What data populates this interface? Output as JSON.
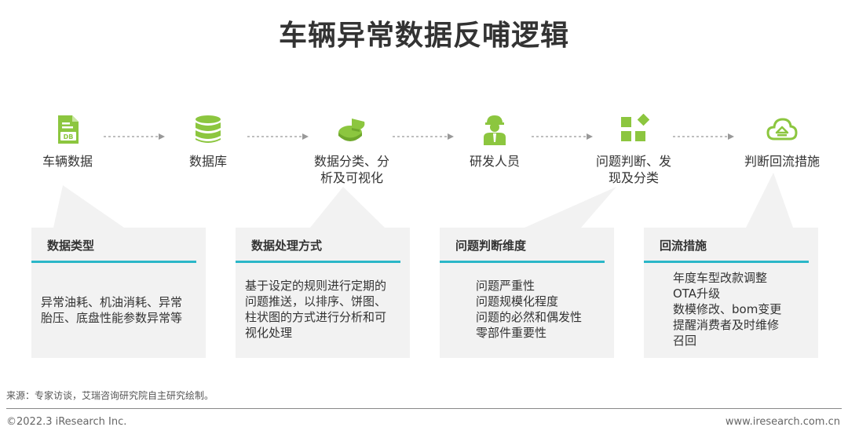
{
  "title": "车辆异常数据反哺逻辑",
  "accent_color": "#8cc63f",
  "bar_color": "#2bb7c8",
  "steps": [
    {
      "label": "车辆数据",
      "icon": "db-document-icon"
    },
    {
      "label": "数据库",
      "icon": "database-icon"
    },
    {
      "label": "数据分类、分析及可视化",
      "icon": "pie-chart-icon"
    },
    {
      "label": "研发人员",
      "icon": "engineer-icon"
    },
    {
      "label": "问题判断、发现及分类",
      "icon": "category-grid-icon"
    },
    {
      "label": "判断回流措施",
      "icon": "cloud-return-icon"
    }
  ],
  "db_icon_text": "DB",
  "cards": [
    {
      "heading": "数据类型",
      "lines": [
        "异常油耗、机油消耗、异常",
        "胎压、底盘性能参数异常等"
      ]
    },
    {
      "heading": "数据处理方式",
      "lines": [
        "基于设定的规则进行定期的",
        "问题推送，以排序、饼图、",
        "柱状图的方式进行分析和可",
        "视化处理"
      ]
    },
    {
      "heading": "问题判断维度",
      "lines": [
        "问题严重性",
        "问题规模化程度",
        "问题的必然和偶发性",
        "零部件重要性"
      ]
    },
    {
      "heading": "回流措施",
      "lines": [
        "年度车型改款调整",
        "OTA升级",
        "数模修改、bom变更",
        "提醒消费者及时维修",
        "召回"
      ]
    }
  ],
  "footer": {
    "source": "来源：专家访谈，艾瑞咨询研究院自主研究绘制。",
    "copyright": "©2022.3 iResearch Inc.",
    "website": "www.iresearch.com.cn"
  }
}
